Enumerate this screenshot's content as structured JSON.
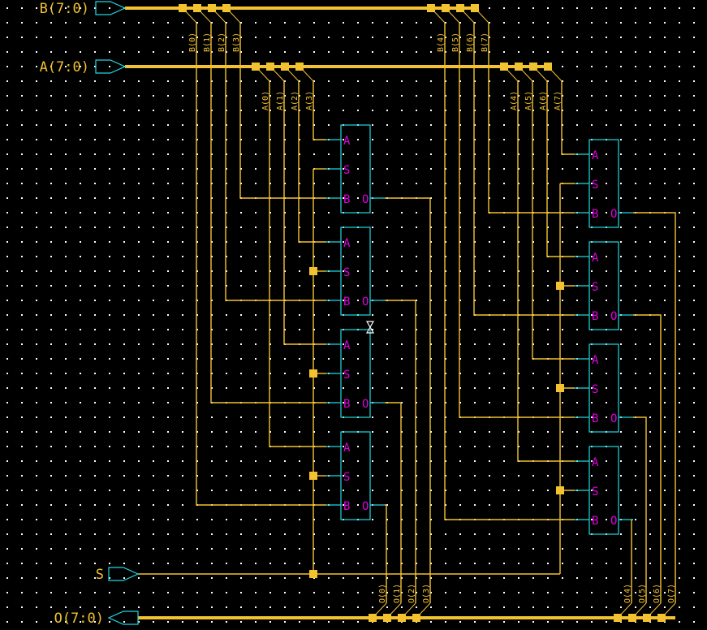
{
  "colors": {
    "background": "#000000",
    "grid_dot": "#ffffff",
    "wire": "#f2c230",
    "port_outline": "#20d8e0",
    "mux_outline": "#20d8e0",
    "pin_label": "#e000e0",
    "text": "#f2c230"
  },
  "ports": {
    "b_in": {
      "label": "B(7:0)",
      "direction": "input"
    },
    "a_in": {
      "label": "A(7:0)",
      "direction": "input"
    },
    "s_in": {
      "label": "S",
      "direction": "input"
    },
    "o_out": {
      "label": "O(7:0)",
      "direction": "output"
    }
  },
  "bus_taps": {
    "b_left": [
      "B(0)",
      "B(1)",
      "B(2)",
      "B(3)"
    ],
    "b_right": [
      "B(4)",
      "B(5)",
      "B(6)",
      "B(7)"
    ],
    "a_left": [
      "A(0)",
      "A(1)",
      "A(2)",
      "A(3)"
    ],
    "a_right": [
      "A(4)",
      "A(5)",
      "A(6)",
      "A(7)"
    ],
    "o_left": [
      "O(0)",
      "O(1)",
      "O(2)",
      "O(3)"
    ],
    "o_right": [
      "O(4)",
      "O(5)",
      "O(6)",
      "O(7)"
    ]
  },
  "mux": {
    "pins": {
      "a": "A",
      "s": "S",
      "b": "B",
      "o": "O"
    },
    "count": 8
  },
  "cursor_icon": "io-marker"
}
